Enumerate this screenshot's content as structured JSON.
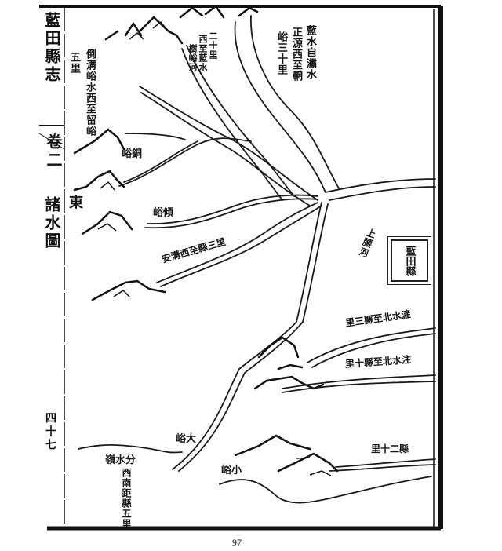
{
  "margin": {
    "book_title": "藍田縣志",
    "section": "卷二",
    "chapter": "諸水圖",
    "leaf": "四十七"
  },
  "labels": {
    "daogou": "倒溝峪水西至留峪",
    "daogou_distance": "五里",
    "shuyu_1": "樹峪河",
    "shuyu_2": "西至藍水",
    "shuyu_3": "二十里",
    "lanshui_1": "藍水自灞水",
    "lanshui_2": "正源西至輞",
    "lanshui_3": "峪三十里",
    "tongyu": "銅峪",
    "east": "東",
    "qingyu": "傾峪",
    "angou": "安溝西至縣三里",
    "river_upper": "上腰河",
    "county_city": "藍田縣",
    "chanshui": "滻水北至縣三里",
    "zhushui": "注水北至縣十里",
    "dayu": "大峪",
    "fenshui": "分水嶺",
    "fenshui_distance": "西南距縣五里",
    "xiaoyu": "小峪",
    "xiaoyu_distance": "縣二十里"
  },
  "page_number": "97"
}
